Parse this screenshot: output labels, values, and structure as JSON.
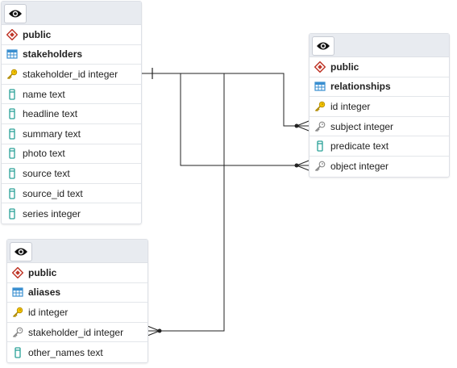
{
  "tables": [
    {
      "schema": "public",
      "name": "stakeholders",
      "columns": [
        {
          "label": "stakeholder_id integer",
          "icon": "primary-key-icon"
        },
        {
          "label": "name text",
          "icon": "column-icon"
        },
        {
          "label": "headline text",
          "icon": "column-icon"
        },
        {
          "label": "summary text",
          "icon": "column-icon"
        },
        {
          "label": "photo text",
          "icon": "column-icon"
        },
        {
          "label": "source text",
          "icon": "column-icon"
        },
        {
          "label": "source_id text",
          "icon": "column-icon"
        },
        {
          "label": "series integer",
          "icon": "column-icon"
        }
      ]
    },
    {
      "schema": "public",
      "name": "relationships",
      "columns": [
        {
          "label": "id integer",
          "icon": "primary-key-icon"
        },
        {
          "label": "subject integer",
          "icon": "foreign-key-icon"
        },
        {
          "label": "predicate text",
          "icon": "column-icon"
        },
        {
          "label": "object integer",
          "icon": "foreign-key-icon"
        }
      ]
    },
    {
      "schema": "public",
      "name": "aliases",
      "columns": [
        {
          "label": "id integer",
          "icon": "primary-key-icon"
        },
        {
          "label": "stakeholder_id integer",
          "icon": "foreign-key-icon"
        },
        {
          "label": "other_names text",
          "icon": "column-icon"
        }
      ]
    }
  ],
  "colors": {
    "schema_icon": "#c0392b",
    "table_icon": "#3a8fd0",
    "column_icon": "#2aa198",
    "primary_key": "#e0b000",
    "foreign_key": "#888888",
    "connector": "#222222"
  }
}
